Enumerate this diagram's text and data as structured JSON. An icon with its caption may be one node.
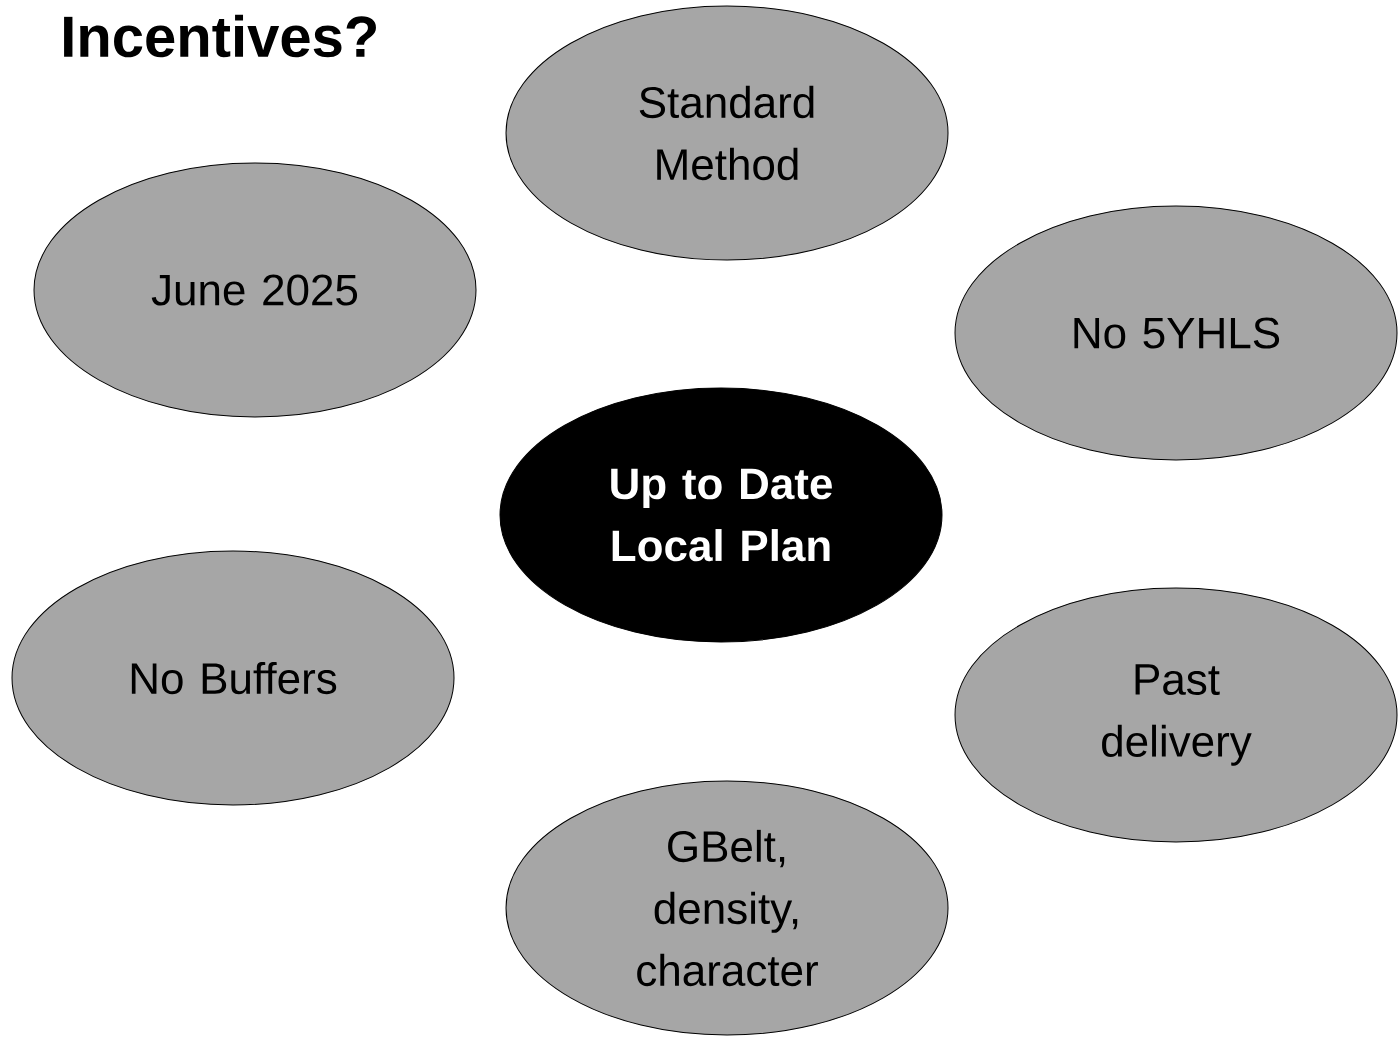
{
  "diagram": {
    "title": "Incentives?",
    "nodes": [
      {
        "text": [
          "Standard Method"
        ]
      },
      {
        "text": [
          "June 2025"
        ]
      },
      {
        "text": [
          "No 5YHLS"
        ]
      },
      {
        "text": [
          "Up to Date Local Plan"
        ]
      },
      {
        "text": [
          "No Buffers"
        ]
      },
      {
        "text": [
          "Past delivery"
        ]
      },
      {
        "text": [
          "GBelt, density, character"
        ]
      }
    ]
  }
}
